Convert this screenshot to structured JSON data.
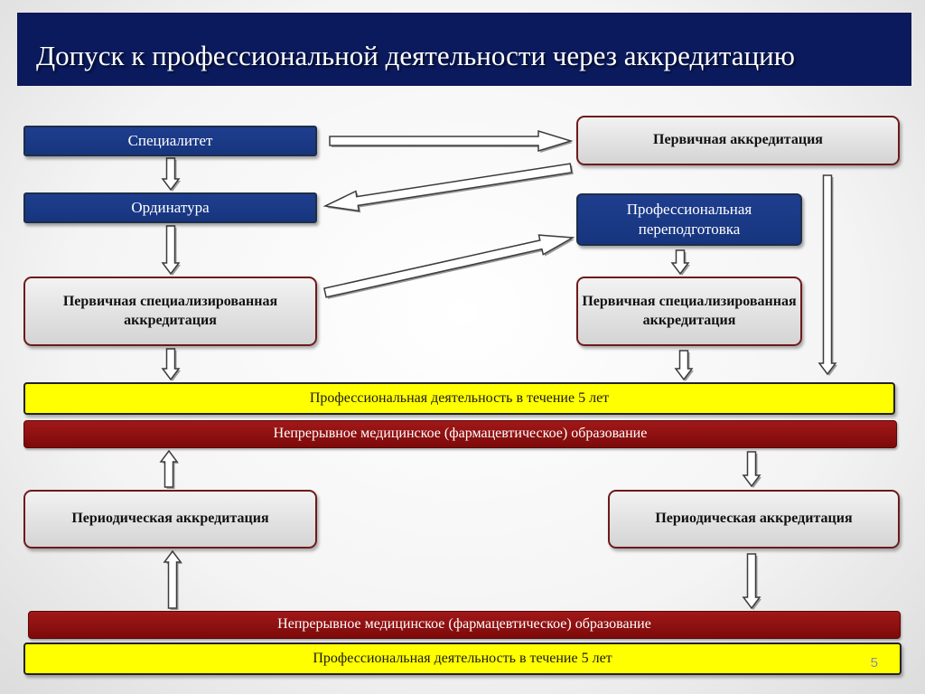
{
  "title": "Допуск к профессиональной деятельности через аккредитацию",
  "left": {
    "specialitet": "Специалитет",
    "ordinatura": "Ординатура",
    "primary_specialized": "Первичная специализированная аккредитация",
    "periodic": "Периодическая аккредитация"
  },
  "right": {
    "primary_accreditation": "Первичная аккредитация",
    "retraining": "Профессиональная переподготовка",
    "primary_specialized": "Первичная специализированная аккредитация",
    "periodic": "Периодическая аккредитация"
  },
  "bands": {
    "prof_activity_1": "Профессиональная деятельность в течение 5 лет",
    "cme_1": "Непрерывное медицинское (фармацевтическое) образование",
    "cme_2": "Непрерывное медицинское (фармацевтическое) образование",
    "prof_activity_2": "Профессиональная деятельность в течение 5 лет"
  },
  "colors": {
    "title_bg": "#0a1a5c",
    "blue_box": "#17357e",
    "yellow_band": "#ffff00",
    "red_band": "#8b0f0f"
  },
  "page_number": "5"
}
